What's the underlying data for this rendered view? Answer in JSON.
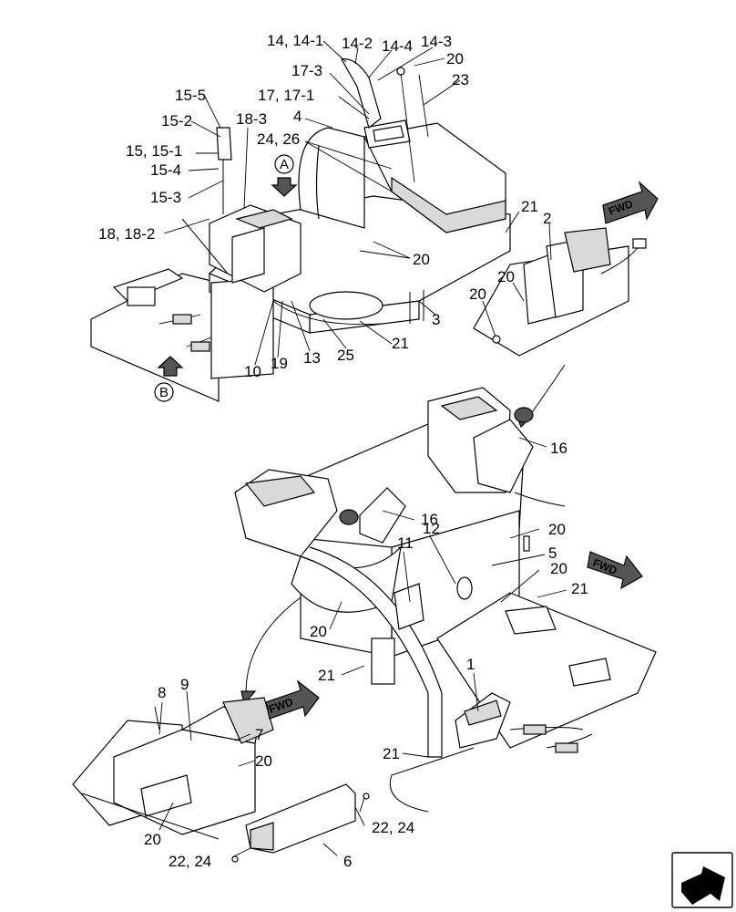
{
  "labels": {
    "l_14_14_1": "14, 14-1",
    "l_14_2": "14-2",
    "l_14_4": "14-4",
    "l_14_3": "14-3",
    "l_20_top": "20",
    "l_23": "23",
    "l_17_3": "17-3",
    "l_17_17_1": "17, 17-1",
    "l_4": "4",
    "l_24_26": "24, 26",
    "l_15_5": "15-5",
    "l_15_2": "15-2",
    "l_18_3": "18-3",
    "l_15_15_1": "15, 15-1",
    "l_15_4": "15-4",
    "l_15_3": "15-3",
    "l_18_18_2": "18, 18-2",
    "l_21_a": "21",
    "l_2": "2",
    "l_20_b": "20",
    "l_20_c": "20",
    "l_20_d": "20",
    "l_3": "3",
    "l_21_b": "21",
    "l_25": "25",
    "l_13": "13",
    "l_19": "19",
    "l_10": "10",
    "l_16_a": "16",
    "l_16_b": "16",
    "l_12": "12",
    "l_20_e": "20",
    "l_11": "11",
    "l_5": "5",
    "l_20_f": "20",
    "l_21_c": "21",
    "l_20_g": "20",
    "l_21_d": "21",
    "l_1": "1",
    "l_8": "8",
    "l_9": "9",
    "l_7": "7",
    "l_20_h": "20",
    "l_21_e": "21",
    "l_20_i": "20",
    "l_22_24_a": "22, 24",
    "l_22_24_b": "22, 24",
    "l_6": "6"
  },
  "markers": {
    "view_a": "A",
    "view_b": "B"
  },
  "fwd_arrows": [
    "FWD",
    "FWD",
    "FWD"
  ],
  "icon": "navigation-arrow-icon"
}
